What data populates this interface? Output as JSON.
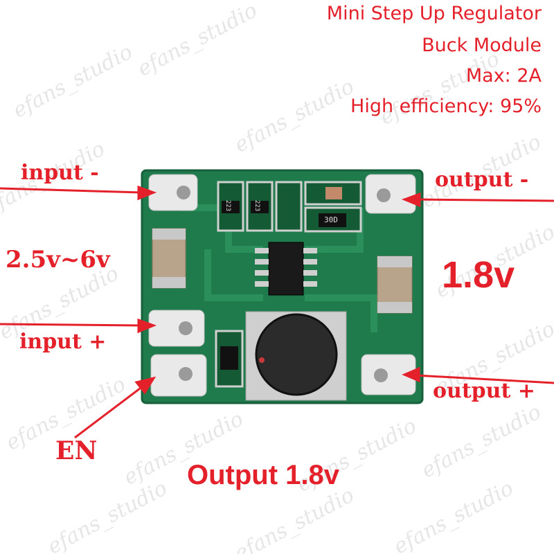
{
  "watermark": {
    "text": "efans_studio"
  },
  "specs": {
    "line1": "Mini Step Up Regulator",
    "line2": "Buck Module",
    "line3": "Max: 2A",
    "line4": "High efficiency: 95%"
  },
  "labels": {
    "input_minus": "input -",
    "input_plus": "input +",
    "output_minus": "output -",
    "output_plus": "output +",
    "en": "EN",
    "input_voltage": "2.5v~6v",
    "output_voltage": "1.8v",
    "output_caption": "Output 1.8v"
  },
  "board": {
    "resistor1_code": "223",
    "resistor2_code": "223",
    "resistor3_code": "30D"
  },
  "colors": {
    "accent": "#e4202a",
    "pcb": "#1f7a4c",
    "pad": "#d9d9d9"
  }
}
